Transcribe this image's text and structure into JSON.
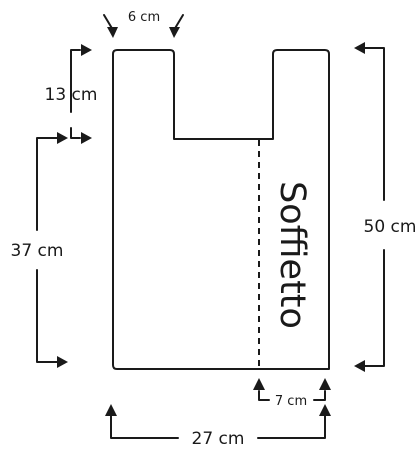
{
  "labels": {
    "side_width": "6 cm",
    "handle_depth": "13 cm",
    "bag_height_lower": "37 cm",
    "total_height": "50 cm",
    "gusset_width": "7 cm",
    "total_width": "27 cm"
  },
  "gusset_text": "Soffietto",
  "colors": {
    "line": "#1a1a1a",
    "background": "#ffffff"
  }
}
